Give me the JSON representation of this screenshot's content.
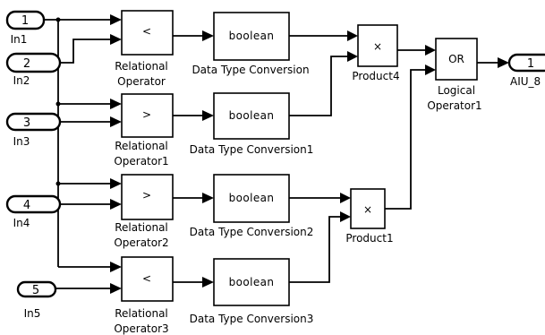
{
  "inports": [
    {
      "number": "1",
      "name": "In1"
    },
    {
      "number": "2",
      "name": "In2"
    },
    {
      "number": "3",
      "name": "In3"
    },
    {
      "number": "4",
      "name": "In4"
    },
    {
      "number": "5",
      "name": "In5"
    }
  ],
  "relational": [
    {
      "op": "<",
      "label_line1": "Relational",
      "label_line2": "Operator"
    },
    {
      "op": ">",
      "label_line1": "Relational",
      "label_line2": "Operator1"
    },
    {
      "op": ">",
      "label_line1": "Relational",
      "label_line2": "Operator2"
    },
    {
      "op": "<",
      "label_line1": "Relational",
      "label_line2": "Operator3"
    }
  ],
  "conversion": [
    {
      "text": "boolean",
      "label": "Data Type Conversion"
    },
    {
      "text": "boolean",
      "label": "Data Type Conversion1"
    },
    {
      "text": "boolean",
      "label": "Data Type Conversion2"
    },
    {
      "text": "boolean",
      "label": "Data Type Conversion3"
    }
  ],
  "products": [
    {
      "symbol": "×",
      "label": "Product4"
    },
    {
      "symbol": "×",
      "label": "Product1"
    }
  ],
  "logical": {
    "op": "OR",
    "label_line1": "Logical",
    "label_line2": "Operator1"
  },
  "outport": {
    "number": "1",
    "name": "AIU_8"
  }
}
